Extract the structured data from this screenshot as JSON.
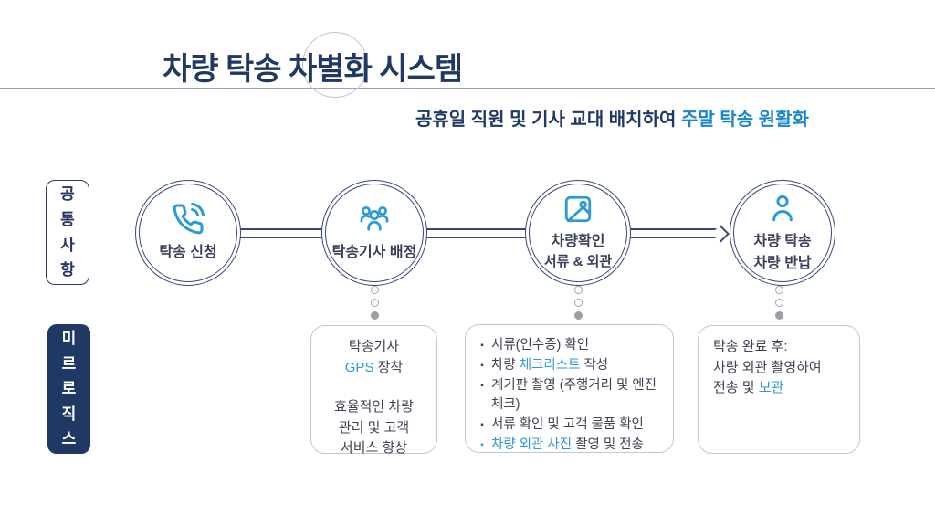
{
  "title": {
    "text": "차량 탁송 차별화 시스템"
  },
  "subtitle": {
    "normal": "공휴일 직원 및 기사 교대 배치하여 ",
    "accent": "주말 탁송 원활화"
  },
  "side_labels": [
    {
      "id": "common",
      "text": "공통사항"
    },
    {
      "id": "company",
      "text": "미르로직스"
    }
  ],
  "steps": [
    {
      "icon": "phone-icon",
      "line1": "탁송 신청",
      "line2": ""
    },
    {
      "icon": "people-icon",
      "line1": "탁송기사 배정",
      "line2": ""
    },
    {
      "icon": "image-icon",
      "line1": "차량확인",
      "line2": "서류 & 외관"
    },
    {
      "icon": "person-icon",
      "line1": "차량 탁송",
      "line2": "차량 반납"
    }
  ],
  "glyphs": {
    "bullet": "▪"
  },
  "notes": {
    "gps_box": {
      "line1": "탁송기사",
      "line2_accent": "GPS",
      "line2_rest": " 장착",
      "line3": "효율적인 차량",
      "line4": "관리 및 고객",
      "line5": "서비스 향상"
    },
    "check_box": {
      "item1": "서류(인수증) 확인",
      "item2_pre": "차량 ",
      "item2_accent": "체크리스트",
      "item2_post": " 작성",
      "item3": "계기판 촬영 (주행거리 및 엔진체크)",
      "item4": "서류 확인 및 고객 물품 확인",
      "item5_accent": "차량 외관 사진",
      "item5_post": " 촬영 및 전송"
    },
    "done_box": {
      "line1": "탁송 완료 후:",
      "line2": "차량 외관 촬영하여",
      "line3_pre": "전송 및 ",
      "line3_accent": "보관"
    }
  },
  "colors": {
    "navy": "#1f3864",
    "ring_navy": "#3a477d",
    "icon_blue": "#2b9bd7",
    "text_accent_blue": "#2e9ad6",
    "subtitle_accent_blue": "#1b87c9",
    "box_border_gray": "#c5c7cc",
    "dot_gray": "#9b9fa7",
    "header_line_gray": "#9aa2b4"
  }
}
